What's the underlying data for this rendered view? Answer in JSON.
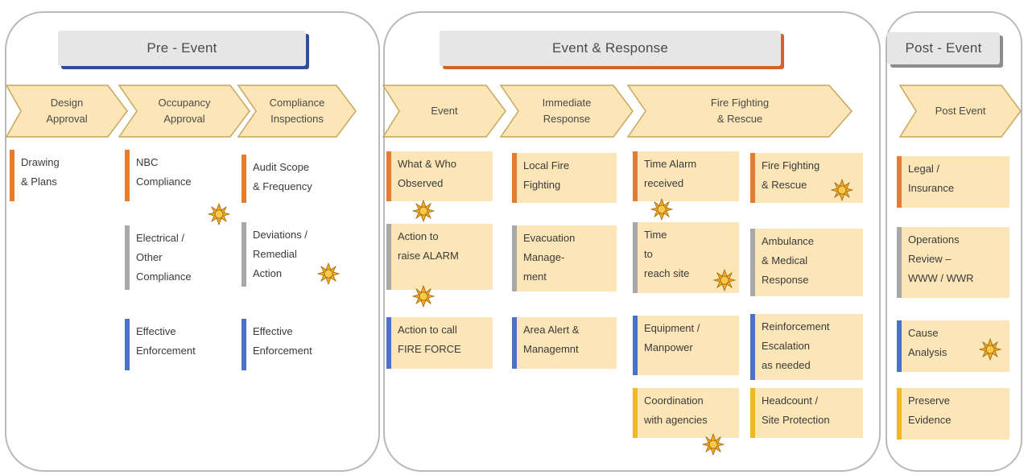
{
  "colors": {
    "chevron_fill": "#fce6b8",
    "chevron_stroke": "#c9a65a",
    "pre_event_accent": "#2f4f9e",
    "event_accent": "#d4622a",
    "post_event_accent": "#8c8c8c",
    "bar_orange": "#e67c2e",
    "bar_grey": "#a8a8a8",
    "bar_blue": "#4a72c8",
    "bar_yellow": "#f2b824",
    "sun": "#f5a623"
  },
  "pre_event": {
    "title": "Pre - Event",
    "steps": [
      "Design\nApproval",
      "Occupancy\nApproval",
      "Compliance\nInspections"
    ],
    "cards": {
      "drawing": "Drawing\n& Plans",
      "nbc": "NBC\nCompliance",
      "electrical": "Electrical /\nOther\nCompliance",
      "enforcement_1": "Effective\nEnforcement",
      "audit": "Audit Scope\n& Frequency",
      "deviations": "Deviations /\nRemedial\nAction",
      "enforcement_2": "Effective\nEnforcement"
    }
  },
  "event_response": {
    "title": "Event  & Response",
    "steps": [
      "Event",
      "Immediate\nResponse",
      "Fire Fighting\n& Rescue"
    ],
    "cards": {
      "what_who": "What & Who\nObserved",
      "raise_alarm": "Action to\nraise ALARM",
      "call_fire": "Action to call\nFIRE FORCE",
      "local_fire": "Local Fire\nFighting",
      "evacuation": "Evacuation\nManage-\nment",
      "area_alert": "Area Alert &\nManagemnt",
      "time_alarm": "Time Alarm\nreceived",
      "time_reach": "Time\nto\nreach site",
      "equipment": "Equipment /\nManpower",
      "coordination": "Coordination\nwith agencies",
      "ff_rescue": "Fire Fighting\n& Rescue",
      "ambulance": "Ambulance\n& Medical\nResponse",
      "reinforcement": "Reinforcement\nEscalation\nas needed",
      "headcount": "Headcount /\nSite Protection"
    }
  },
  "post_event": {
    "title": "Post - Event",
    "steps": [
      "Post Event"
    ],
    "cards": {
      "legal": "Legal /\nInsurance",
      "operations": "Operations\nReview –\nWWW / WWR",
      "cause": "Cause\nAnalysis",
      "preserve": "Preserve\nEvidence"
    }
  }
}
